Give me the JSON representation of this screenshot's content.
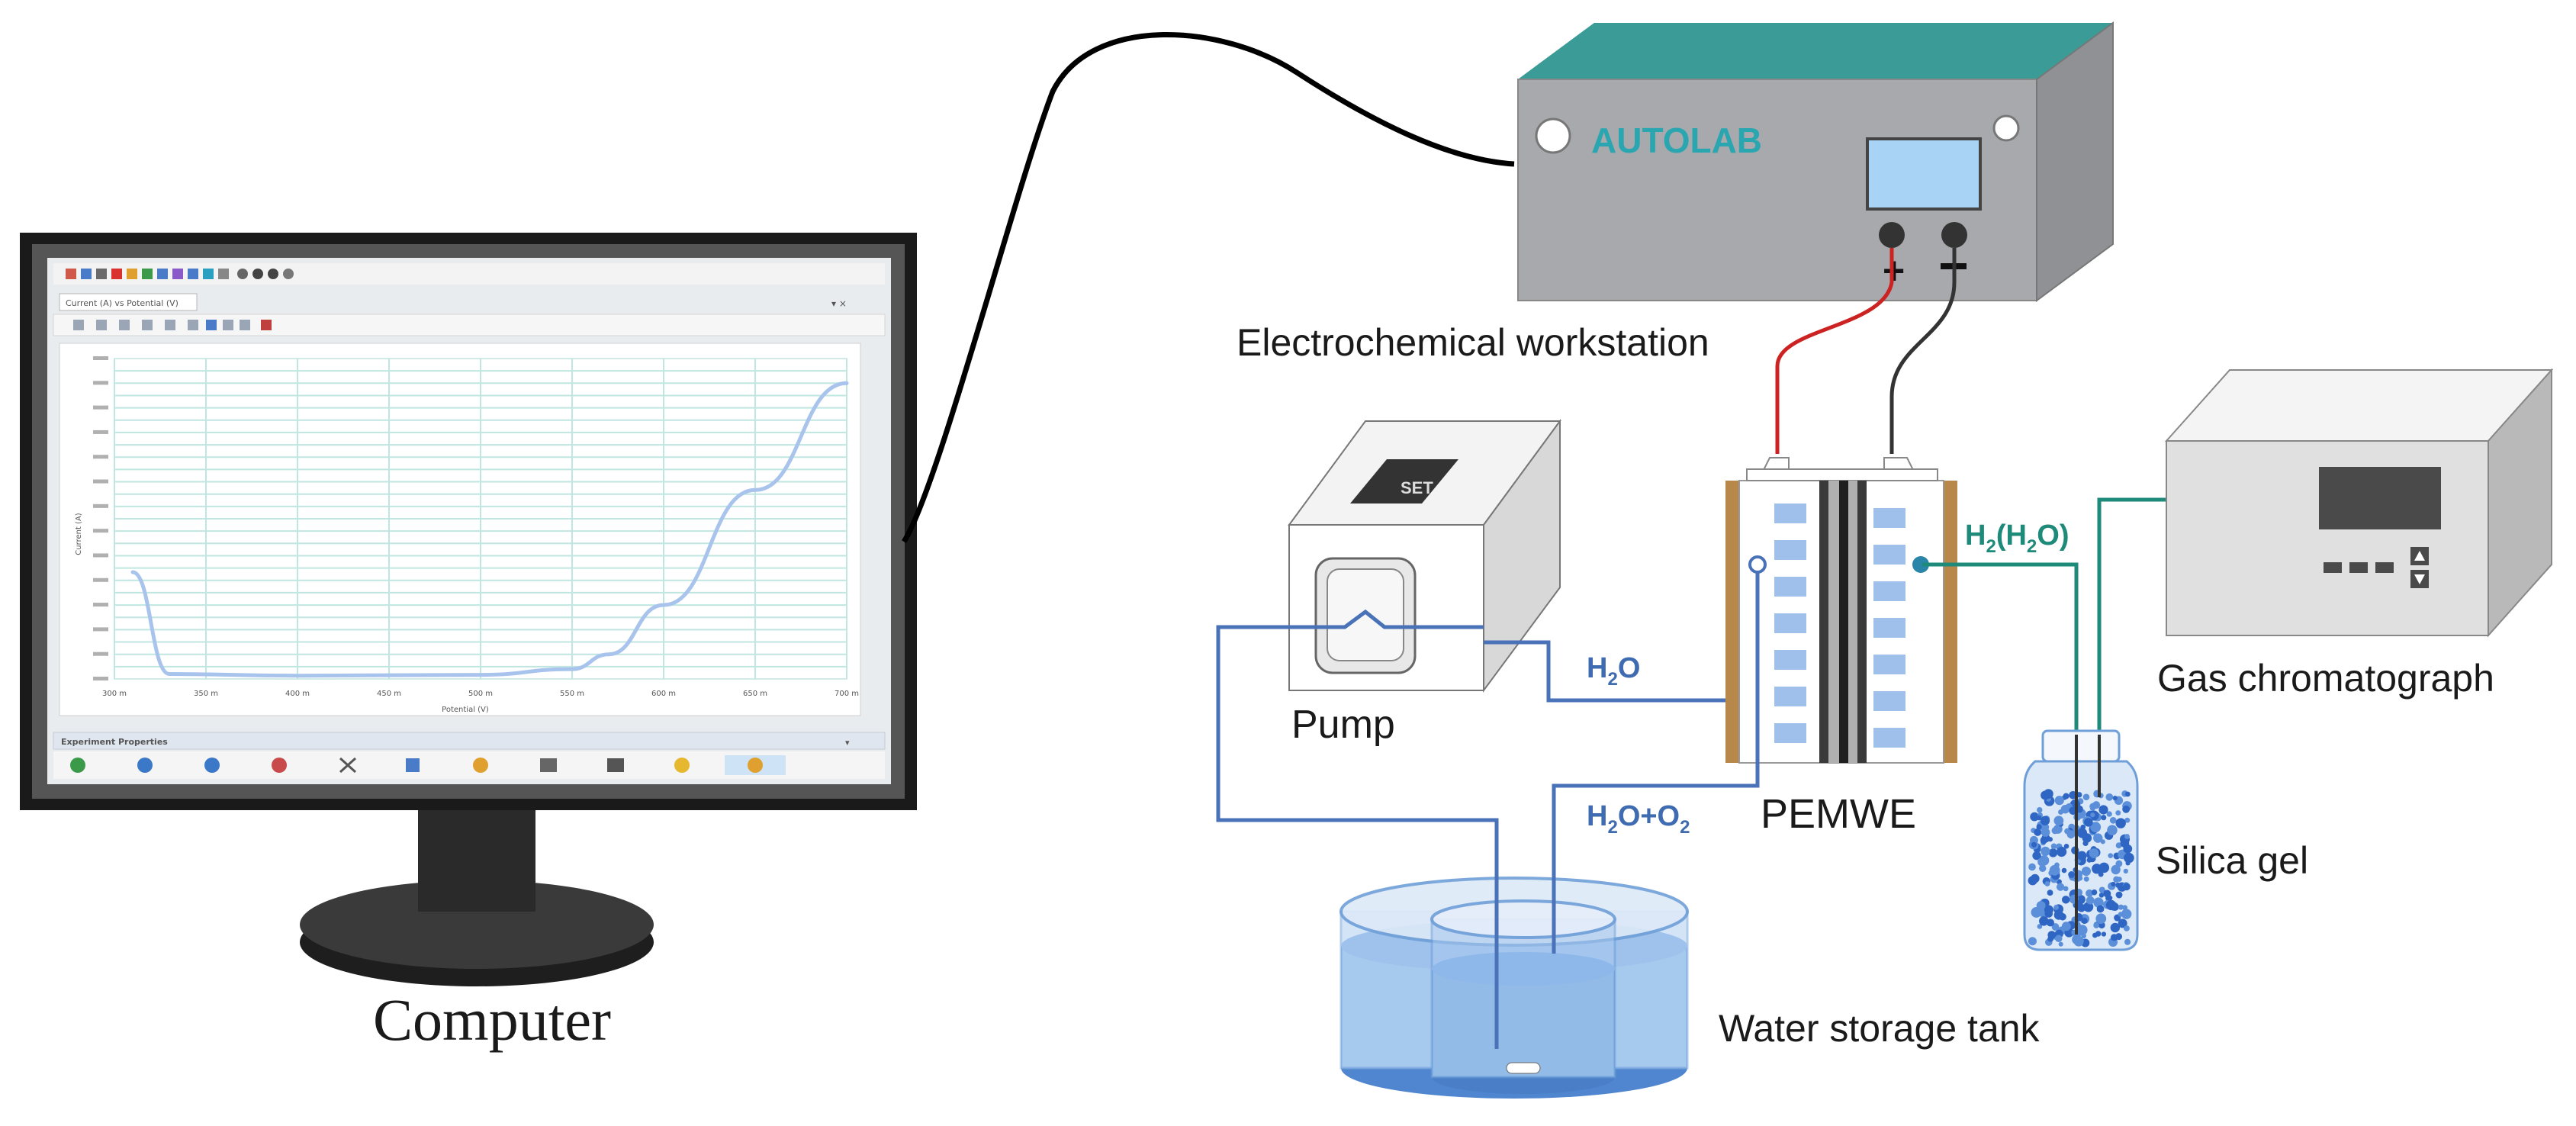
{
  "labels": {
    "computer": "Computer",
    "workstation": "Electrochemical workstation",
    "autolab": "AUTOLAB",
    "pump": "Pump",
    "pump_set": "SET",
    "pemwe": "PEMWE",
    "gc": "Gas chromatograph",
    "silica": "Silica gel",
    "tank": "Water storage tank",
    "h2o_main": "H",
    "h2o_sub": "2",
    "h2o_tail": "O",
    "h2o_o2_a": "H",
    "h2o_o2_sub1": "2",
    "h2o_o2_b": "O+O",
    "h2o_o2_sub2": "2",
    "h2_a": "H",
    "h2_sub1": "2",
    "h2_b": "(H",
    "h2_sub2": "2",
    "h2_c": "O)",
    "plus": "+",
    "minus": "−"
  },
  "screen": {
    "tab_title": "Current (A) vs Potential (V)",
    "panel_title": "Experiment Properties",
    "xlabel": "Potential (V)",
    "ylabel": "Current (A)"
  },
  "chart_data": {
    "type": "line",
    "title": "Current (A) vs Potential (V)",
    "xlabel": "Potential (V)",
    "ylabel": "Current (A)",
    "x_ticks": [
      "300 m",
      "350 m",
      "400 m",
      "450 m",
      "500 m",
      "550 m",
      "600 m",
      "650 m",
      "700 m"
    ],
    "x": [
      0.31,
      0.33,
      0.4,
      0.5,
      0.55,
      0.57,
      0.6,
      0.65,
      0.7
    ],
    "y": [
      6.5,
      0.3,
      0.2,
      0.25,
      0.6,
      1.5,
      4.5,
      11.5,
      18.0
    ],
    "ylim": [
      0,
      19.5
    ],
    "xlim": [
      0.3,
      0.7
    ],
    "grid": true
  },
  "colors": {
    "water": "#6f9fd8",
    "pipe_blue": "#4a72b8",
    "pipe_teal": "#1d8a7a",
    "wire_red": "#cc2222",
    "box_grey": "#a7a9ac",
    "box_top": "#2f8f8a",
    "electrode_brown": "#b8874a",
    "flow_cells": "#9ec0ea"
  }
}
